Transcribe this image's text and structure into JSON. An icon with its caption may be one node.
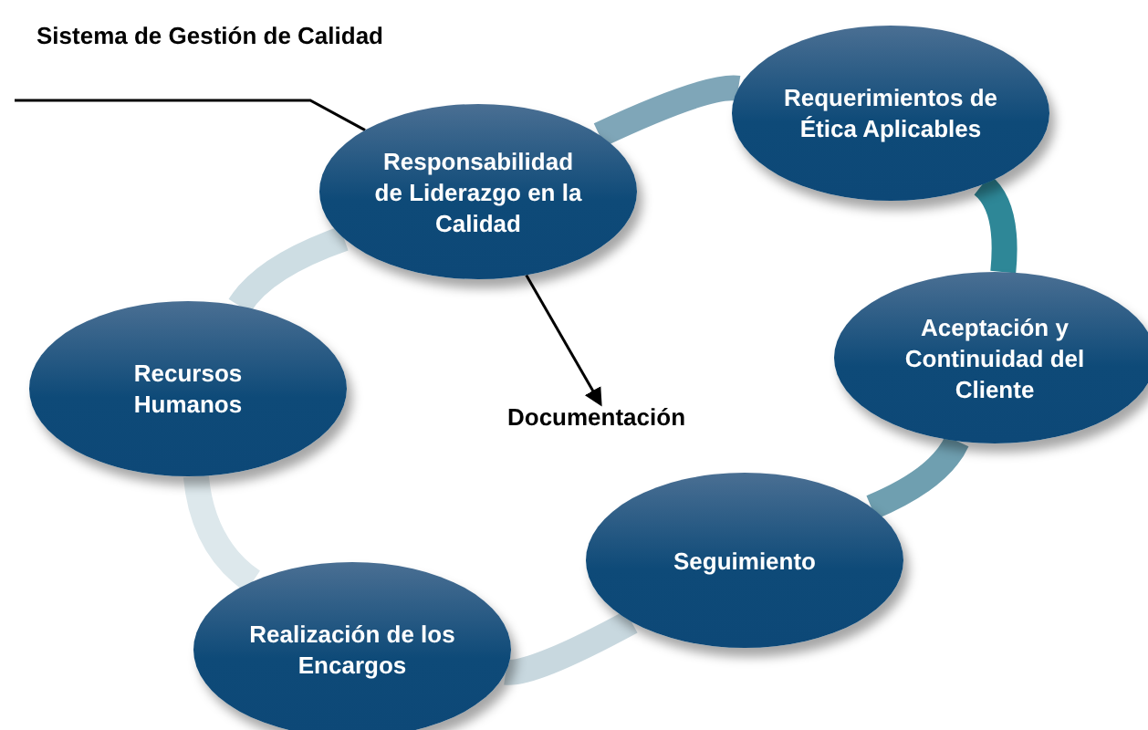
{
  "diagram": {
    "title": "Sistema de Gestión de Calidad",
    "nodes": [
      {
        "text": [
          "Responsabilidad de Liderazgo en la Calidad"
        ]
      },
      {
        "text": [
          "Requerimientos de Ética Aplicables"
        ]
      },
      {
        "text": [
          "Aceptación y Continuidad del Cliente"
        ]
      },
      {
        "text": [
          "Seguimiento"
        ]
      },
      {
        "text": [
          "Realización de los Encargos"
        ]
      },
      {
        "text": [
          "Recursos Humanos"
        ]
      },
      {
        "text": [
          "Documentación"
        ]
      }
    ],
    "edges": [
      {
        "from": 0,
        "to": 1,
        "arrow": "none",
        "color": "#7fa6b8"
      },
      {
        "from": 1,
        "to": 2,
        "arrow": "none",
        "color": "#2e8797"
      },
      {
        "from": 2,
        "to": 3,
        "arrow": "none",
        "color": "#6f9fb0"
      },
      {
        "from": 3,
        "to": 4,
        "arrow": "none",
        "color": "#c8d8df"
      },
      {
        "from": 4,
        "to": 5,
        "arrow": "none",
        "color": "#dde8ec"
      },
      {
        "from": 5,
        "to": 0,
        "arrow": "none",
        "color": "#cddde3"
      },
      {
        "from": 0,
        "to": 6,
        "arrow": "to"
      },
      {
        "from": null,
        "to": 0,
        "arrow": "none"
      }
    ]
  }
}
